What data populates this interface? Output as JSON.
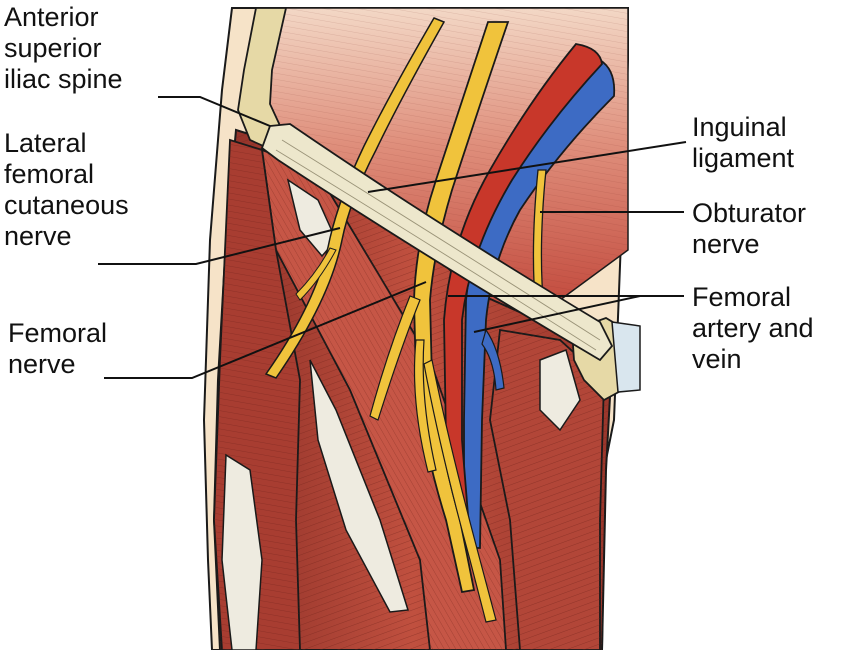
{
  "labels": {
    "asis": {
      "lines": [
        "Anterior",
        "superior",
        "iliac spine"
      ]
    },
    "lfcn": {
      "lines": [
        "Lateral",
        "femoral",
        "cutaneous",
        "nerve"
      ]
    },
    "femoral_nerve": {
      "lines": [
        "Femoral",
        "nerve"
      ]
    },
    "inguinal": {
      "lines": [
        "Inguinal",
        "ligament"
      ]
    },
    "obturator": {
      "lines": [
        "Obturator",
        "nerve"
      ]
    },
    "vessels": {
      "lines": [
        "Femoral",
        "artery and",
        "vein"
      ]
    }
  },
  "colors": {
    "muscle": "#b8453a",
    "muscle_dark": "#7a2a22",
    "muscle_light": "#d46a5c",
    "nerve": "#f0c33c",
    "artery": "#c8372a",
    "vein": "#3d6bc4",
    "ligament": "#ede7cc",
    "bone": "#e6d9a6",
    "skin": "#f6e3c8",
    "background_tissue": "#d26a5a"
  }
}
